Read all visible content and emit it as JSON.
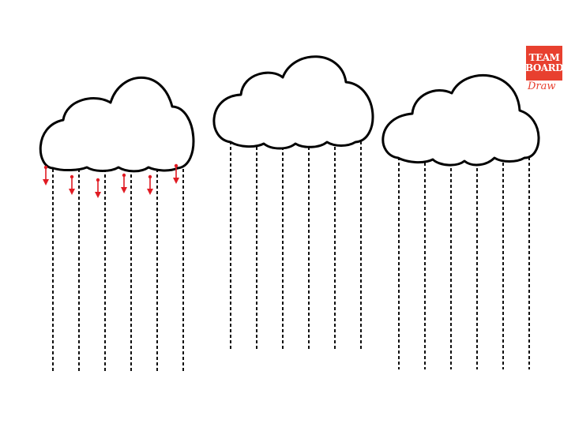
{
  "logo": {
    "line1": "TEAM",
    "line2": "BOARD",
    "script": "Draw"
  },
  "colors": {
    "background": "#ffffff",
    "outline": "#000000",
    "drop_red": "#e01b23",
    "logo_red": "#e8402f"
  },
  "clouds": [
    {
      "name": "left",
      "rain_line_count": 6,
      "drop_arrow_count": 6
    },
    {
      "name": "center",
      "rain_line_count": 6,
      "drop_arrow_count": 0
    },
    {
      "name": "right",
      "rain_line_count": 6,
      "drop_arrow_count": 0
    }
  ]
}
